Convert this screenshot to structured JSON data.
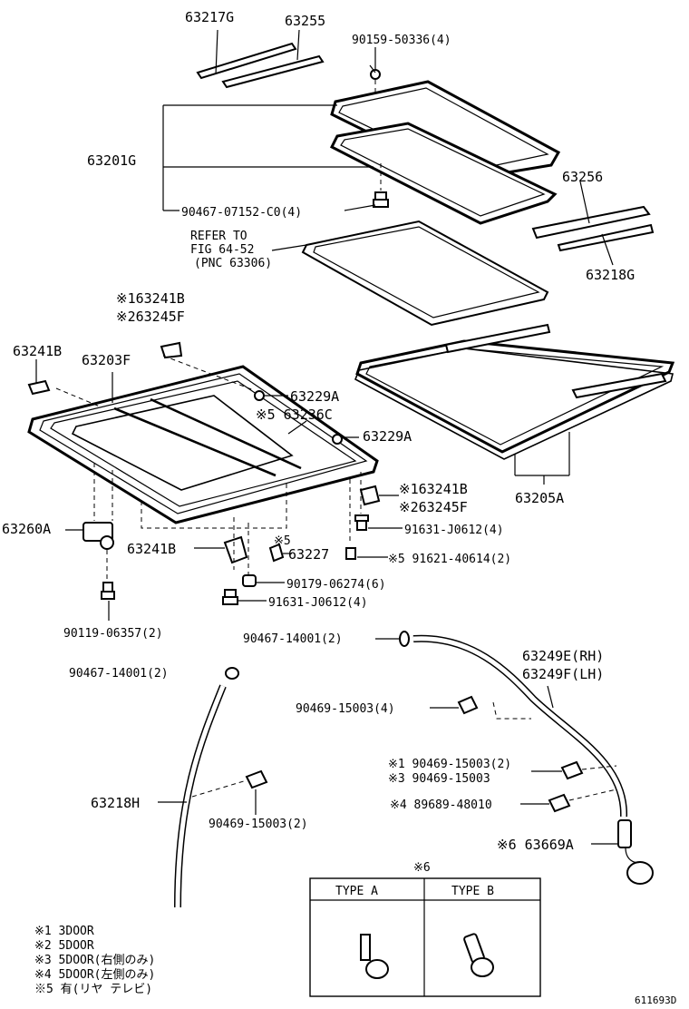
{
  "labels": {
    "p63217G": "63217G",
    "p63255": "63255",
    "p90159": "90159-50336(4)",
    "p63201G": "63201G",
    "p90467_07152": "90467-07152-C0(4)",
    "refer1": "REFER TO",
    "refer2": "FIG 64-52",
    "refer3": "(PNC 63306)",
    "p63256": "63256",
    "p63218G": "63218G",
    "p63241B_1": "※163241B",
    "p63245F_2": "※263245F",
    "p63241B_left": "63241B",
    "p63203F": "63203F",
    "p63229A_top": "63229A",
    "p63236C": "※5 63236C",
    "p63229A_mid": "63229A",
    "p63205A": "63205A",
    "p63241B_r": "※163241B",
    "p63245F_r": "※263245F",
    "p91631_r": "91631-J0612(4)",
    "p63260A": "63260A",
    "p63241B_bot": "63241B",
    "mark5": "※5",
    "p63227": "63227",
    "p91621": "※5 91621-40614(2)",
    "p90179": "90179-06274(6)",
    "p91631_b": "91631-J0612(4)",
    "p90119": "90119-06357(2)",
    "p90467_14001_a": "90467-14001(2)",
    "p63249E": "63249E(RH)",
    "p63249F": "63249F(LH)",
    "p90467_14001_b": "90467-14001(2)",
    "p90469_a": "90469-15003(4)",
    "p90469_b1": "※1 90469-15003(2)",
    "p90469_b3": "※3 90469-15003",
    "p89689": "※4 89689-48010",
    "p63218H": "63218H",
    "p90469_c": "90469-15003(2)",
    "p63669A": "※6 63669A"
  },
  "type_table": {
    "note": "※6",
    "type_a": "TYPE A",
    "type_b": "TYPE B"
  },
  "legend": [
    "※1 3DOOR",
    "※2 5DOOR",
    "※3 5DOOR(右側のみ)",
    "※4 5DOOR(左側のみ)",
    "※5 有(リヤ テレビ)"
  ],
  "figure_id": "611693D"
}
